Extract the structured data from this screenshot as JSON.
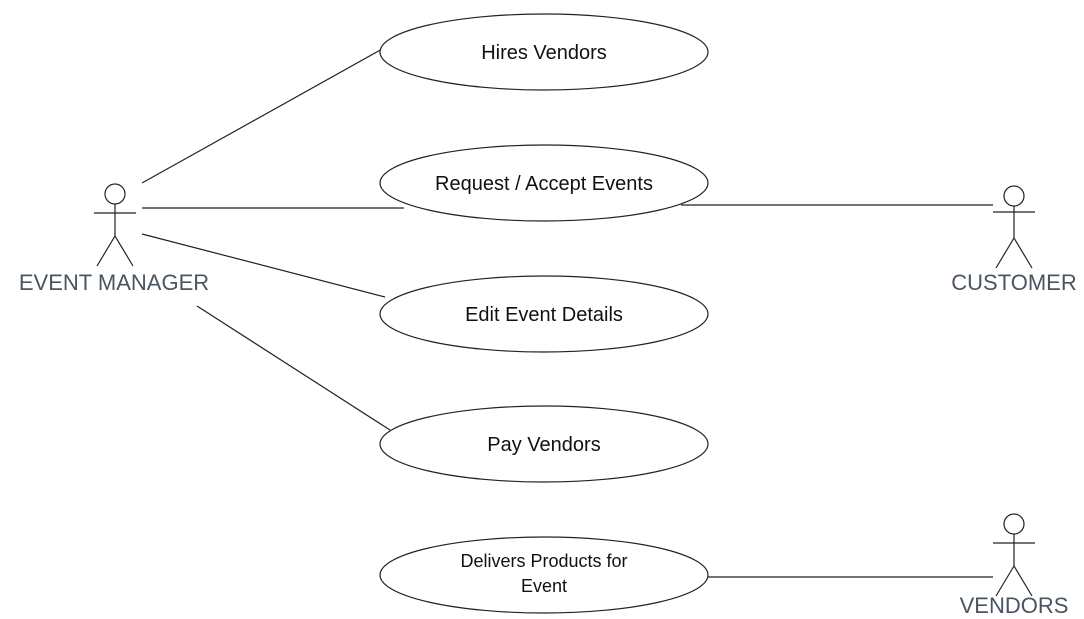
{
  "actors": {
    "event_manager": "EVENT MANAGER",
    "customer": "CUSTOMER",
    "vendors": "VENDORS"
  },
  "use_cases": {
    "hires_vendors": "Hires Vendors",
    "request_accept_events": "Request / Accept Events",
    "edit_event_details": "Edit Event Details",
    "pay_vendors": "Pay Vendors",
    "delivers_products_line1": "Delivers Products for",
    "delivers_products_line2": "Event"
  }
}
